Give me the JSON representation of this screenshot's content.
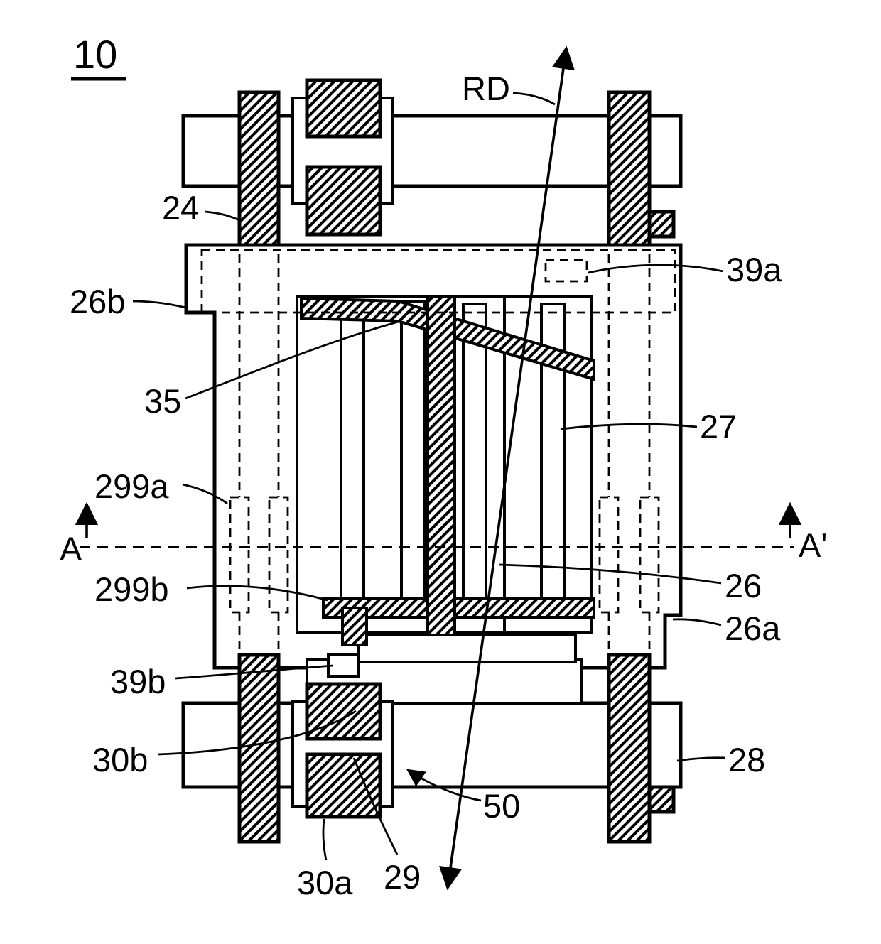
{
  "labels": {
    "figure_number": "10",
    "rd": "RD",
    "n24": "24",
    "n39a": "39a",
    "n26b": "26b",
    "n35": "35",
    "n27": "27",
    "n299a": "299a",
    "a_left": "A",
    "a_right": "A'",
    "n299b": "299b",
    "n26": "26",
    "n26a": "26a",
    "n39b": "39b",
    "n30b": "30b",
    "n28": "28",
    "n50": "50",
    "n30a": "30a",
    "n29": "29"
  },
  "colors": {
    "line": "#000000",
    "background": "#ffffff"
  }
}
